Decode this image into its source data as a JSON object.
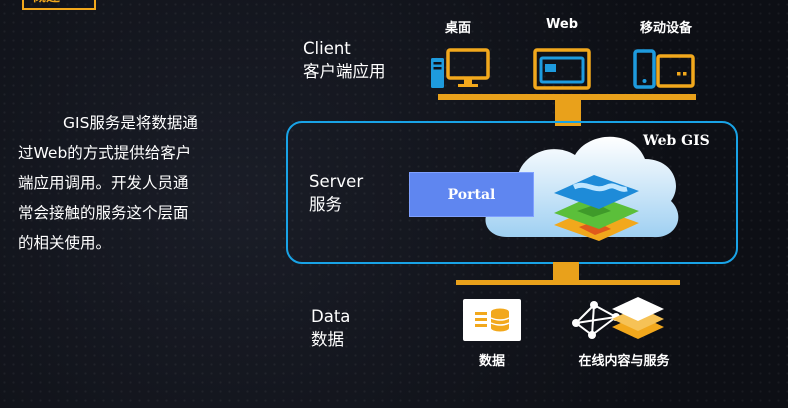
{
  "section_tab": "概述",
  "description": {
    "first_line": "GIS服务是将数据通",
    "rest_lines": [
      "过Web的方式提供给客户",
      "端应用调用。开发人员通",
      "常会接触的服务这个层面",
      "的相关使用。"
    ]
  },
  "client_layer": {
    "label_en": "Client",
    "label_zh": "客户端应用",
    "items": [
      {
        "label": "桌面",
        "icon": "desktop-icon"
      },
      {
        "label": "Web",
        "icon": "web-browser-icon"
      },
      {
        "label": "移动设备",
        "icon": "mobile-device-icon"
      }
    ]
  },
  "server_layer": {
    "label_en": "Server",
    "label_zh": "服务",
    "webgis_label": "Web GIS",
    "portal_label": "Portal",
    "cloud_icon": "cloud-icon",
    "layers_icon": "map-layers-icon"
  },
  "data_layer": {
    "label_en": "Data",
    "label_zh": "数据",
    "items": [
      {
        "label": "数据",
        "icon": "database-icon"
      },
      {
        "label": "在线内容与服务",
        "icon": "online-content-icon"
      }
    ]
  },
  "colors": {
    "accent": "#e9a11b",
    "frame": "#19a3e6",
    "portal": "#5f86f0"
  }
}
